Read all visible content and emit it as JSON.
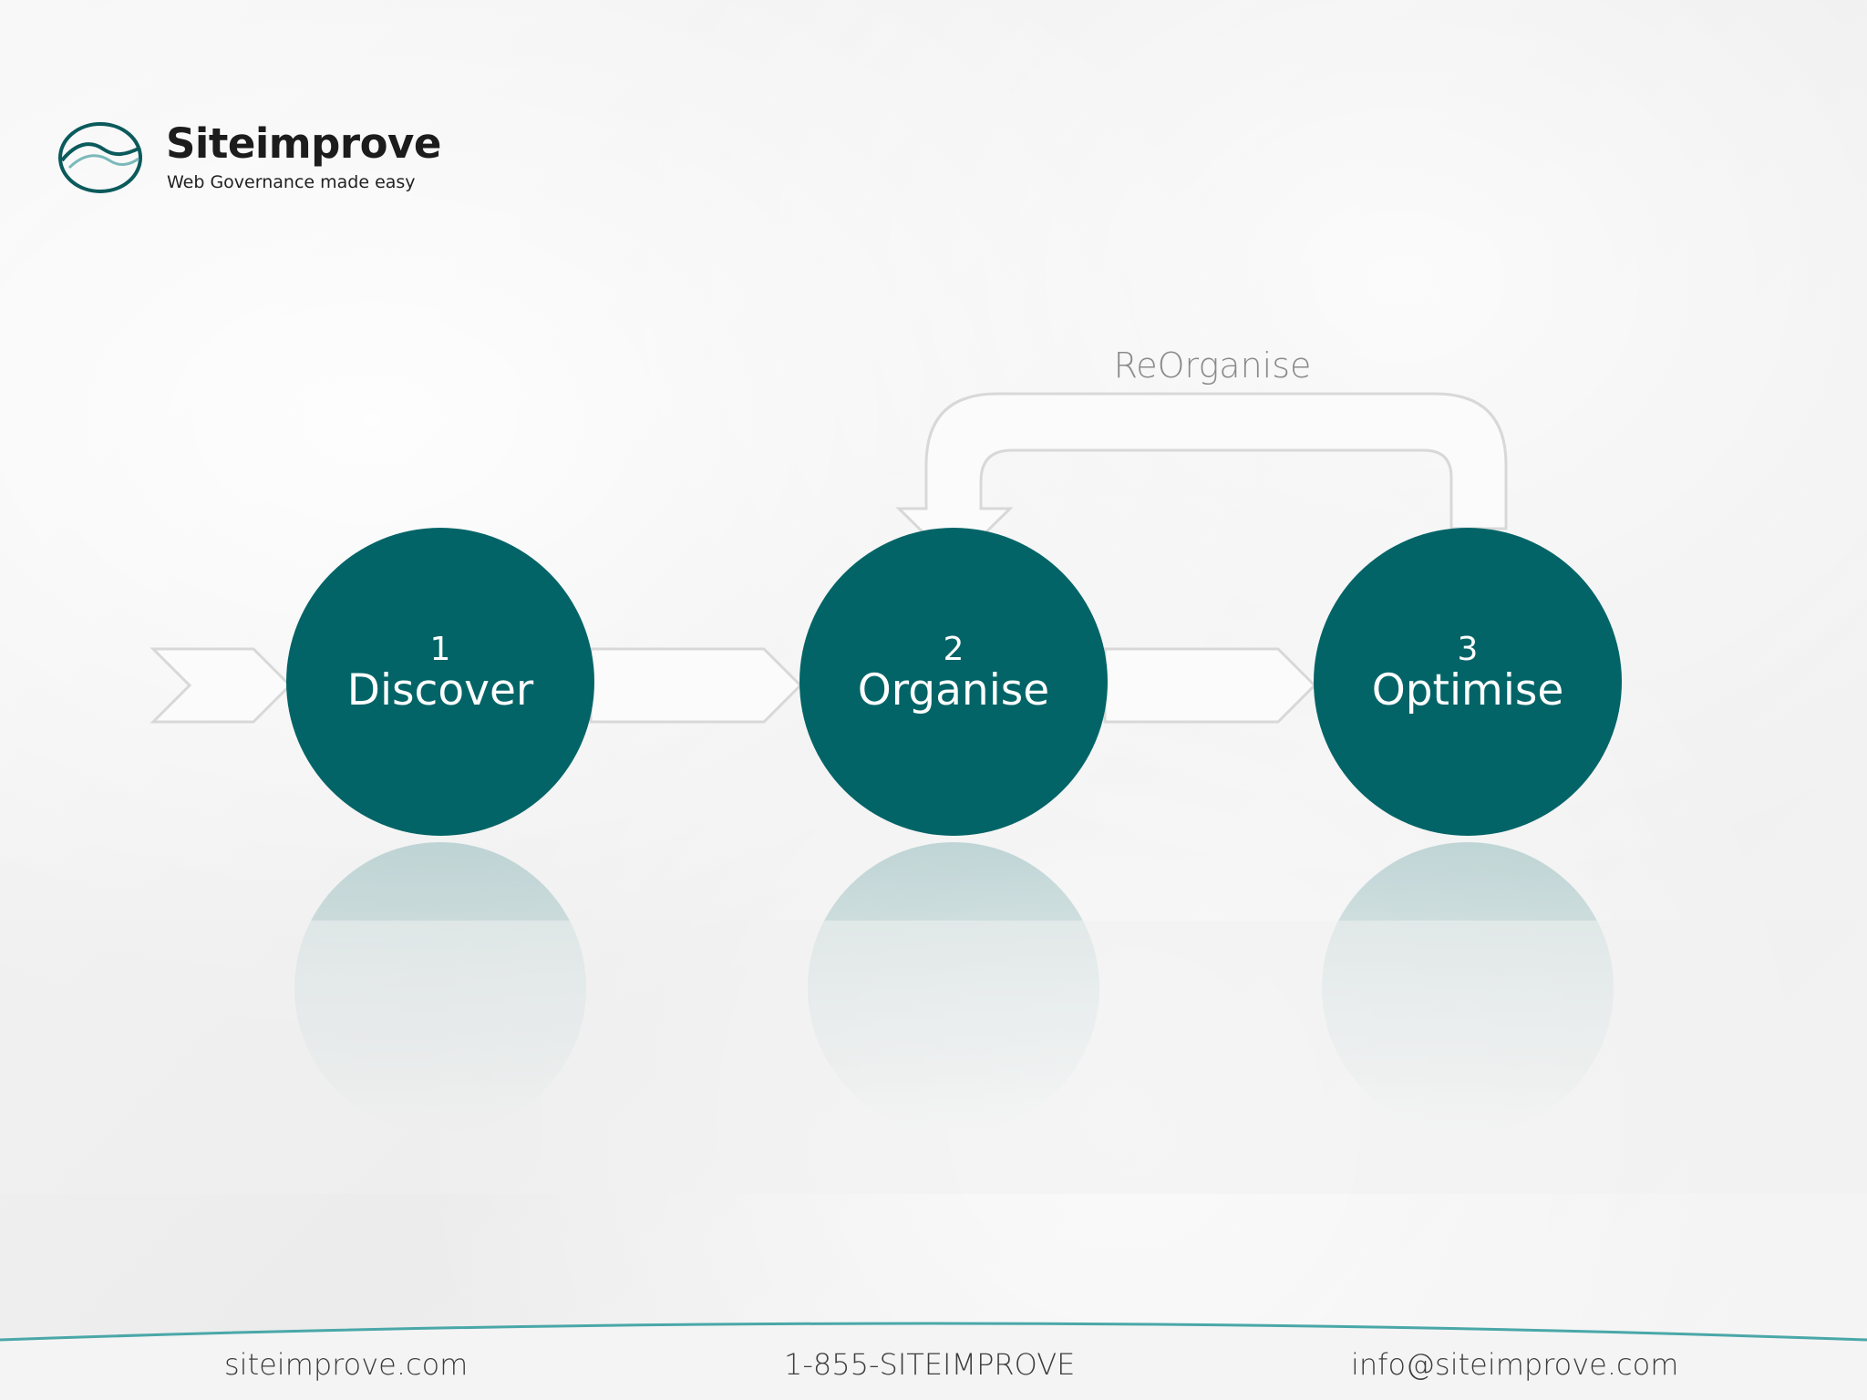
{
  "logo": {
    "name": "Siteimprove",
    "tagline": "Web Governance made easy"
  },
  "diagram": {
    "loop_label": "ReOrganise",
    "steps": [
      {
        "number": "1",
        "label": "Discover"
      },
      {
        "number": "2",
        "label": "Organise"
      },
      {
        "number": "3",
        "label": "Optimise"
      }
    ]
  },
  "footer": {
    "website": "siteimprove.com",
    "phone": "1-855-SITEIMPROVE",
    "email": "info@siteimprove.com"
  },
  "colors": {
    "circle_fill": "#036467",
    "arrow_fill": "#fbfbfb",
    "arrow_stroke": "#d8d8d8",
    "footer_accent": "#4aa7a8"
  }
}
